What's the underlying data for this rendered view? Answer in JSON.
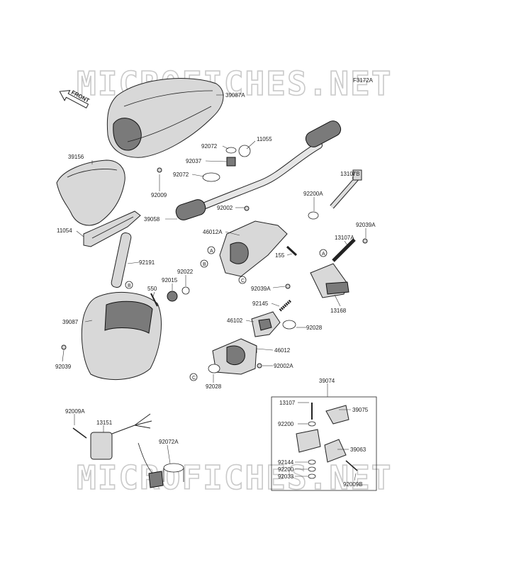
{
  "figure_code": "F3172A",
  "watermark": "MICROFICHES.NET",
  "front_arrow": "FRONT",
  "refs": {
    "a": "A",
    "b": "B",
    "c": "C"
  },
  "parts": {
    "p39087A": "39087A",
    "p11055": "11055",
    "p92072_top": "92072",
    "p92037": "92037",
    "p92072_mid": "92072",
    "p39156": "39156",
    "p92009": "92009",
    "p13107B": "13107B",
    "p92200A": "92200A",
    "p92002_top": "92002",
    "p39058": "39058",
    "p92039A_right": "92039A",
    "p11054": "11054",
    "p46012A": "46012A",
    "p13107A": "13107A",
    "p155": "155",
    "p92191": "92191",
    "p92022": "92022",
    "p92015": "92015",
    "p550": "550",
    "p92039A_mid": "92039A",
    "p13168": "13168",
    "p92145": "92145",
    "p39087": "39087",
    "p46102": "46102",
    "p92028_right": "92028",
    "p46012": "46012",
    "p92039": "92039",
    "p92002A": "92002A",
    "p92028_low": "92028",
    "p39074": "39074",
    "p13107": "13107",
    "p39075": "39075",
    "p92009A": "92009A",
    "p13151": "13151",
    "p92200_box": "92200",
    "p92072A": "92072A",
    "p39063": "39063",
    "p92144": "92144",
    "p92200_box2": "92200",
    "p92033": "92033",
    "p92009B": "92009B"
  }
}
